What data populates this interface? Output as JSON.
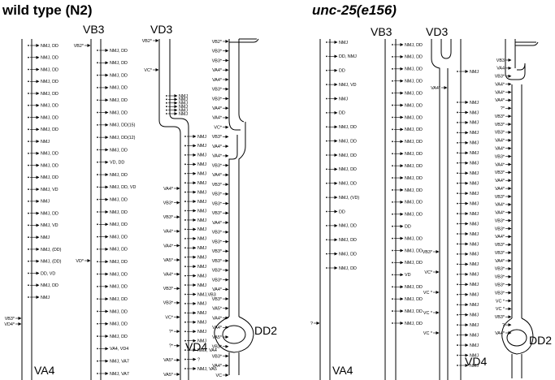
{
  "titles": {
    "left": "wild type (N2)",
    "right": "unc-25(e156)"
  },
  "neuron_labels": {
    "left": {
      "vb3": "VB3",
      "vd3": "VD3",
      "va4": "VA4",
      "vd4": "VD4",
      "dd2": "DD2"
    },
    "right": {
      "vb3": "VB3",
      "vd3": "VD3",
      "va4": "VA4",
      "vd4": "VD4",
      "dd2": "DD2"
    }
  },
  "left": {
    "va4_targets": [
      "NMJ, DD",
      "NMJ, DD",
      "NMJ, DD",
      "NMJ, DD",
      "NMJ, DD",
      "NMJ, DD",
      "NMJ, DD",
      "NMJ, DD",
      "NMJ",
      "NMJ, DD",
      "NMJ, DD",
      "NMJ, DD",
      "NMJ, VD",
      "NMJ",
      "NMJ, DD",
      "NMJ, VD",
      "NMJ",
      "NMJ, (DD)",
      "NMJ, (DD)",
      "DD, VD",
      "NMJ, DD",
      "NMJ"
    ],
    "va4_inputs": [
      "VB3*",
      "VD4*"
    ],
    "vd_input": "VD*",
    "vb3_inputs": [
      "VB2*"
    ],
    "vb3_targets": [
      "NMJ, DD",
      "NMJ, DD",
      "NMJ, DD",
      "NMJ, DD",
      "NMJ, DD",
      "NMJ, DD",
      "NMJ, DD(15)",
      "NMJ, DD(12)",
      "NMJ, DD",
      "VD, DD",
      "NMJ, DD",
      "NMJ, DD, VD",
      "NMJ, DD",
      "NMJ, DD",
      "NMJ, DD",
      "NMJ, DD",
      "NMJ, DD",
      "NMJ, DD",
      "NMJ, DD",
      "NMJ, DD",
      "NMJ, DD",
      "NMJ, DD",
      "NMJ, DD",
      "NMJ, DD",
      "VA4, VD4",
      "NMJ, VA7",
      "NMJ, VA7"
    ],
    "vd3_inputs": [
      "VB2*",
      "VC*"
    ],
    "vd3_targets": [
      "NMJ",
      "NMJ",
      "NMJ",
      "NMJ",
      "NMJ",
      "NMJ"
    ],
    "vd4_inputs": [
      "VA4*",
      "VB3*",
      "VB3*",
      "VA4*",
      "VA4*",
      "VA5*",
      "VA4*",
      "VB3*",
      "VB3*",
      "VC*",
      "?*",
      "?*",
      "VA5*",
      "VA5*"
    ],
    "vd4_targets": [
      "NMJ",
      "NMJ",
      "NMJ",
      "NMJ",
      "NMJ",
      "NMJ",
      "NMJ",
      "NMJ",
      "NMJ",
      "NMJ",
      "NMJ",
      "NMJ",
      "NMJ",
      "NMJ",
      "NMJ",
      "NMJ",
      "NMJ",
      "NMJ,VB3",
      "NMJ",
      "NMJ",
      "NMJ",
      "NMJ",
      "NMJ",
      "NMJ, VA4",
      "?",
      "NMJ, VA5"
    ],
    "dd2_inputs": [
      "VB2*",
      "VB3*",
      "VB3*",
      "VA4*",
      "VA4*",
      "VB3*",
      "VB3*",
      "VA4*",
      "VA4*",
      "VC*",
      "VB3*",
      "VA4*",
      "VA4*",
      "VB3*",
      "VA4*",
      "VB3*",
      "VB3*",
      "VB3*",
      "VB3*",
      "VA4*",
      "VB3*",
      "VB3*",
      "VB3*",
      "VB3*",
      "VB3*",
      "VB3*",
      "VA4*",
      "VB3*",
      "VA5*",
      "VA4*",
      "VA4*",
      "VA5*",
      "VB3*",
      "VB3*",
      "VA4*",
      "VC"
    ]
  },
  "right": {
    "va4_targets": [
      "NMJ",
      "DD, NMJ",
      "DD",
      "NMJ, VD",
      "NMJ",
      "DD",
      "NMJ, DD",
      "NMJ, DD",
      "NMJ, DD",
      "NMJ, DD",
      "NMJ, DD",
      "NMJ, (VD)",
      "DD",
      "NMJ, DD",
      "NMJ, DD",
      "NMJ, DD",
      "NMJ, DD"
    ],
    "va4_inputs": [
      "?"
    ],
    "vb3_targets": [
      "NMJ, DD",
      "NMJ, DD",
      "NMJ, DD",
      "NMJ, DD",
      "NMJ, DD",
      "NMJ, DD",
      "NMJ, DD",
      "NMJ, DD",
      "NMJ, DD",
      "NMJ, DD",
      "NMJ, DD",
      "NMJ, DD",
      "NMJ, DD",
      "NMJ, DD",
      "NMJ, DD",
      "DD",
      "NMJ, DD",
      "NMJ, DD",
      "NMJ, DD",
      "VD",
      "NMJ, DD",
      "NMJ, DD",
      "NMJ, DD",
      "NMJ, DD"
    ],
    "vd3_inputs": [
      "VA4*"
    ],
    "vd3_targets": [
      "NMJ"
    ],
    "vd4_inputs": [
      "VB3*",
      "VC*",
      "VC *",
      "VC *",
      "VC *"
    ],
    "vd4_targets": [
      "NMJ",
      "NMJ",
      "NMJ",
      "NMJ",
      "NMJ",
      "NMJ",
      "NMJ",
      "NMJ",
      "NMJ",
      "NMJ",
      "NMJ",
      "NMJ",
      "NMJ",
      "NMJ",
      "NMJ",
      "NMJ",
      "NMJ",
      "NMJ",
      "NMJ",
      "NMJ",
      "NMJ",
      "NMJ",
      "NMJ",
      "NMJ",
      "NMJ",
      "NMJ",
      "NMJ"
    ],
    "dd2_inputs": [
      "VB3",
      "VA4",
      "VB3*",
      "VA4*",
      "VA4*",
      "VA4*",
      "?*",
      "VB3*",
      "VB3*",
      "VB3*",
      "VA4*",
      "VA4*",
      "VB3*",
      "VA4*",
      "VB3*",
      "VA4*",
      "VA4*",
      "VB3*",
      "VA4*",
      "VA4*",
      "VB3*",
      "VB3*",
      "VA4*",
      "VB3*",
      "VB3*",
      "VA4*",
      "VB3*",
      "VB3*",
      "VB3*",
      "VB3*",
      "VC *",
      "VC *",
      "VB3*",
      "?",
      "VA4*"
    ]
  }
}
